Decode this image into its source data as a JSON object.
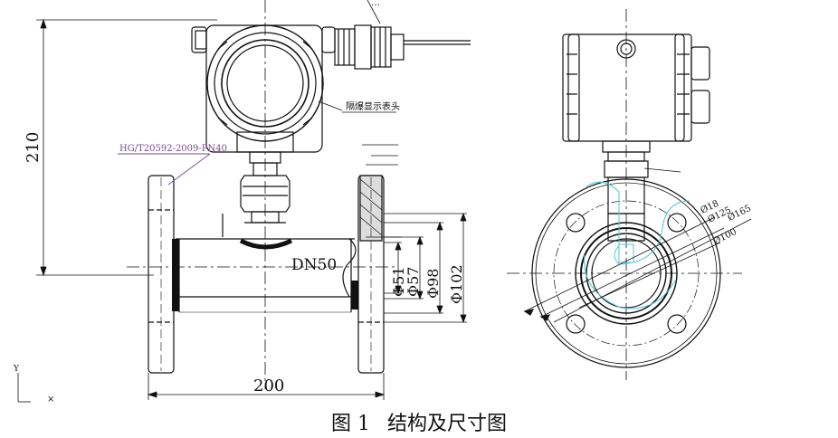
{
  "labels": {
    "flange_standard": "HG/T20592-2009-PN40",
    "display_head": "隔爆显示表头",
    "nominal_size": "DN50",
    "height": "210",
    "length": "200",
    "dia_51": "Φ51",
    "dia_57": "Φ57",
    "dia_98": "Φ98",
    "dia_102": "Φ102",
    "bolt_18": "Ø18",
    "bolt_125": "Ø125",
    "bolt_165": "Ø165",
    "bolt_100": "Ø100",
    "axis_y": "Y",
    "axis_x": "×"
  },
  "caption": {
    "figure_no": "图 1",
    "title": "结构及尺寸图"
  },
  "colors": {
    "line": "#111111",
    "leader_purple": "#7a4a8c",
    "cyan": "#4cc8d8"
  }
}
